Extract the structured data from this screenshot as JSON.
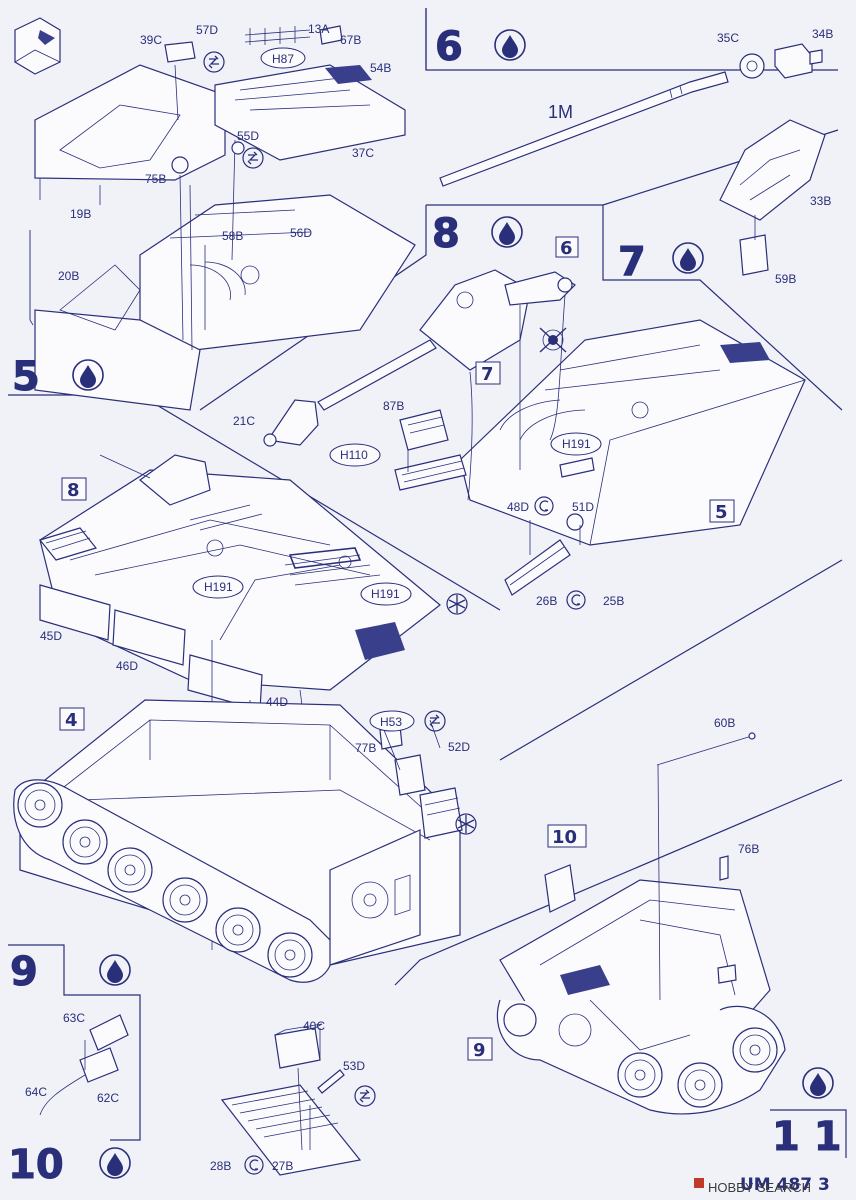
{
  "steps": {
    "s5": "5",
    "s6": "6",
    "s7": "7",
    "s8": "8",
    "s9": "9",
    "s10": "10",
    "s11": "1 1",
    "s4_small": "4",
    "s5_small": "5",
    "s6_small": "6",
    "s7_small": "7",
    "s8_small": "8",
    "s9_small": "9",
    "s10_small": "10"
  },
  "parts": {
    "p39C": "39C",
    "p57D": "57D",
    "p13A": "13A",
    "p67B": "67B",
    "pH87": "H87",
    "p54B": "54B",
    "p55D": "55D",
    "p37C": "37C",
    "p75B": "75B",
    "p19B": "19B",
    "p58B": "58B",
    "p56D": "56D",
    "p20B": "20B",
    "p35C": "35C",
    "p34B": "34B",
    "p1M": "1M",
    "p33B": "33B",
    "p59B": "59B",
    "p21C": "21C",
    "p87B": "87B",
    "pH110": "H110",
    "pH191a": "H191",
    "p48D": "48D",
    "p51D": "51D",
    "p26B": "26B",
    "p25B": "25B",
    "pH191b": "H191",
    "pH191c": "H191",
    "p45D": "45D",
    "p46D": "46D",
    "p44D": "44D",
    "pH53": "H53",
    "p77B": "77B",
    "p52D": "52D",
    "p60B": "60B",
    "p76B": "76B",
    "p63C": "63C",
    "p64C": "64C",
    "p62C": "62C",
    "p40C": "40C",
    "p53D": "53D",
    "p28B": "28B",
    "p27B": "27B"
  },
  "footer": {
    "code": "UM 487 3",
    "watermark": "HOBBY SEARCH"
  },
  "colors": {
    "ink": "#2a2f7a",
    "paper": "#f1f2f8"
  },
  "icons": [
    "glue-drop-icon",
    "cement-icon",
    "optional-star-icon",
    "remove-part-icon"
  ]
}
